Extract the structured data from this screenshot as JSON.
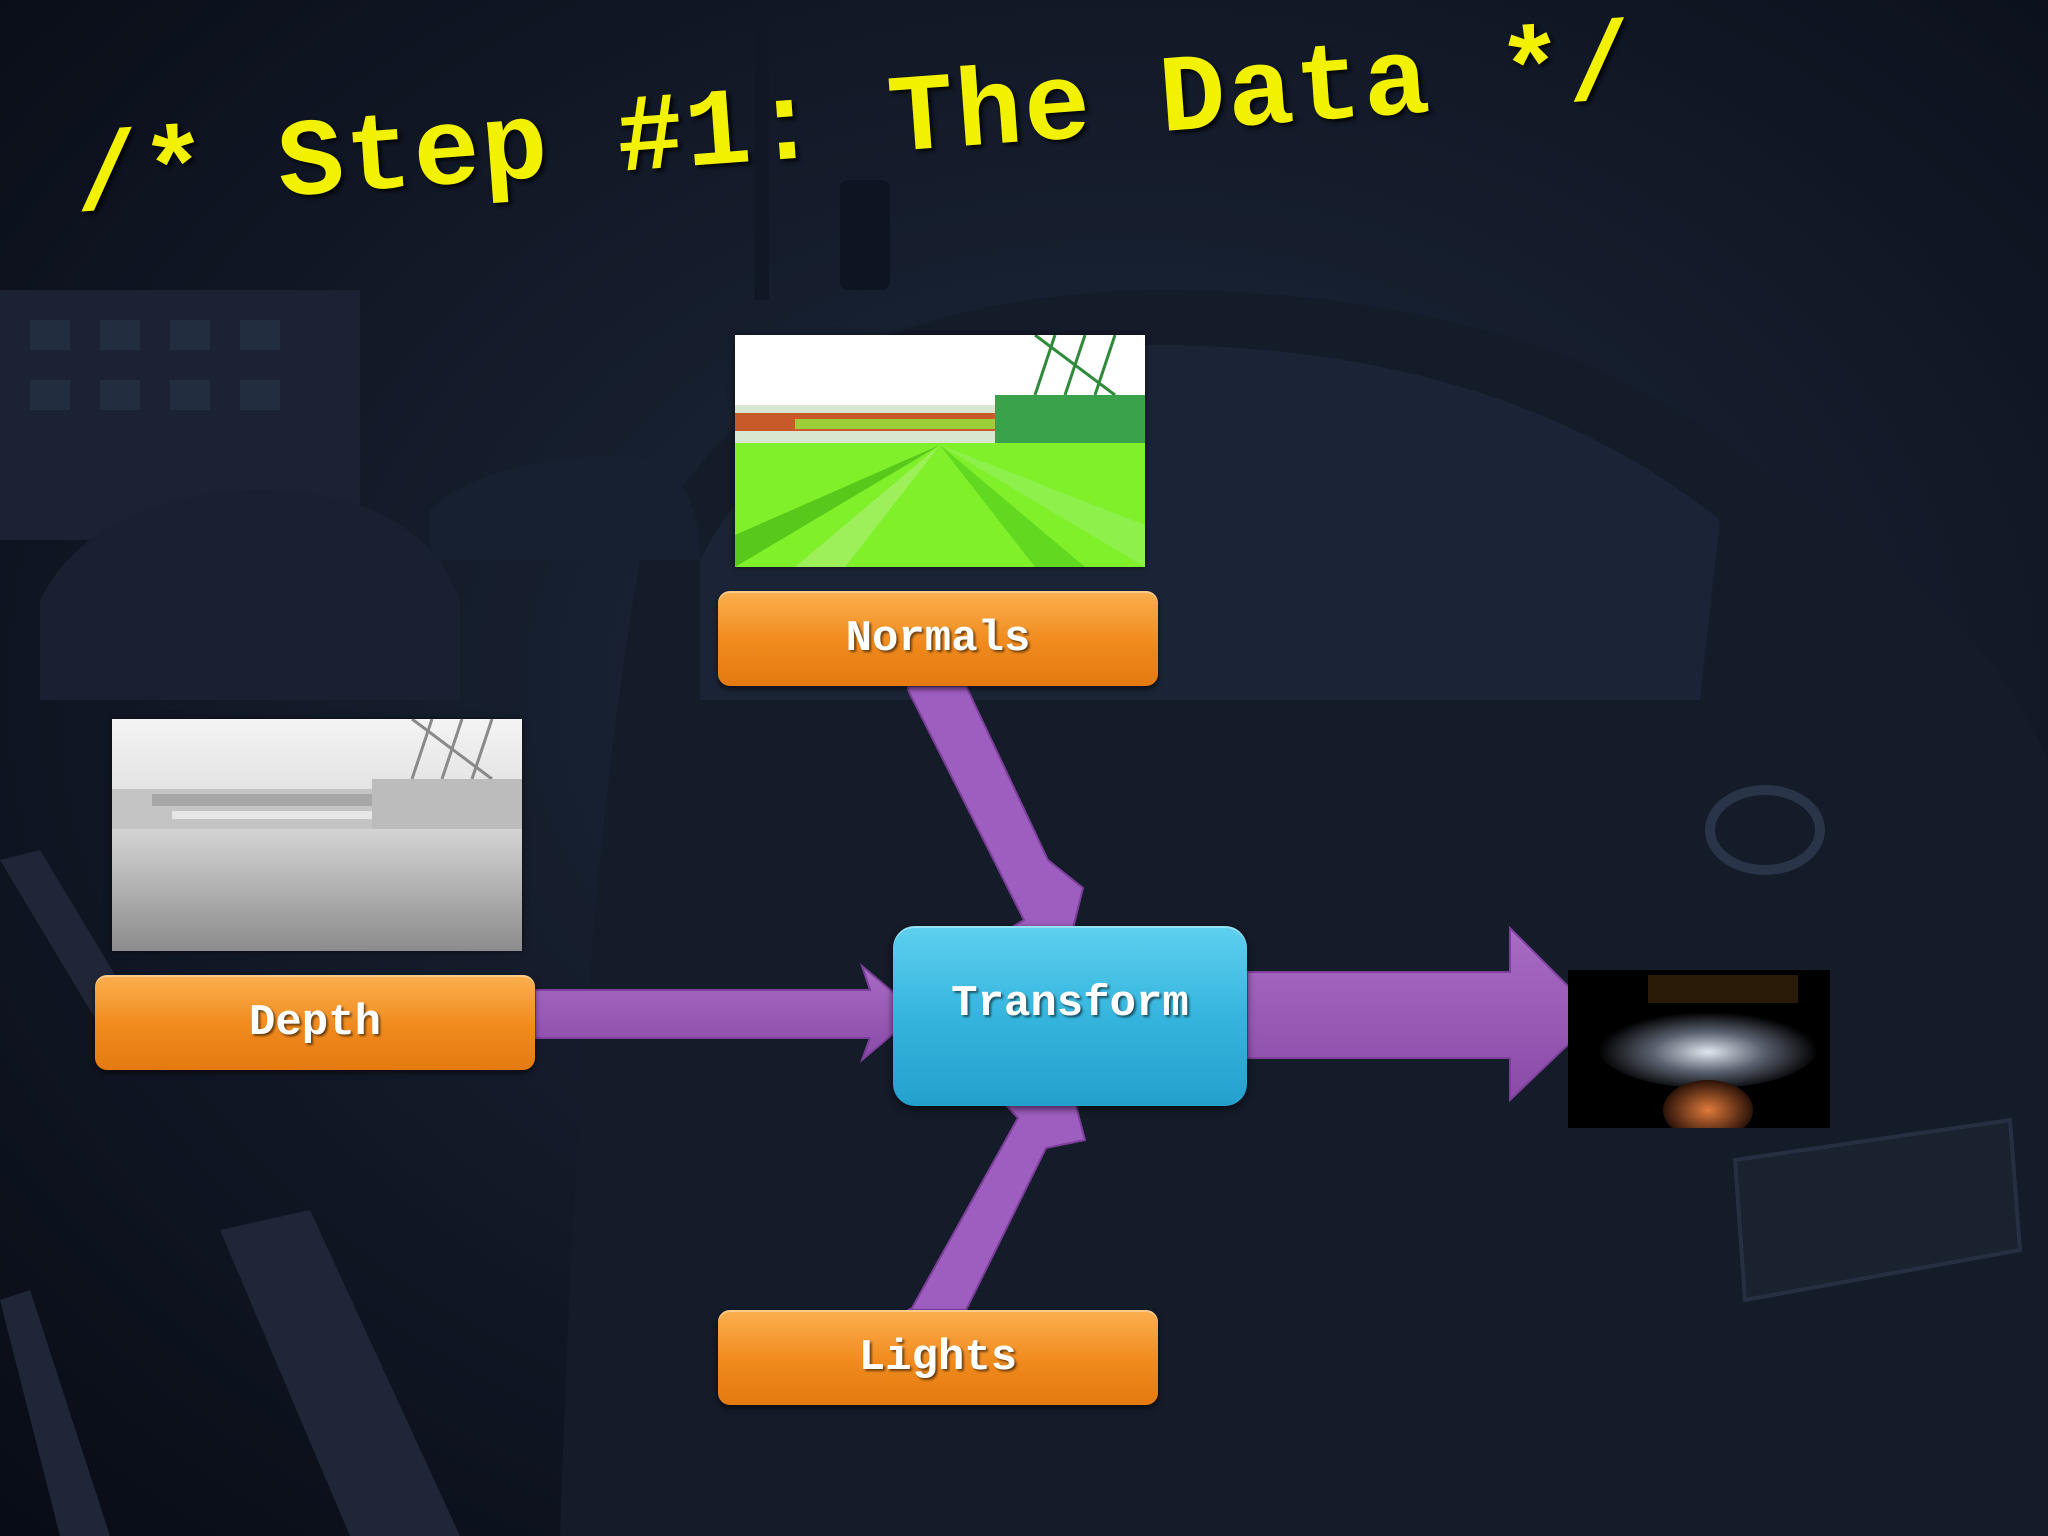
{
  "title": "/* Step #1: The Data */",
  "colors": {
    "title": "#f2f200",
    "box_orange": "#f08a1d",
    "box_blue": "#35b5de",
    "arrow_purple": "#9b59b6"
  },
  "nodes": {
    "normals": {
      "label": "Normals"
    },
    "depth": {
      "label": "Depth"
    },
    "lights": {
      "label": "Lights"
    },
    "transform": {
      "label": "Transform"
    }
  },
  "edges": [
    {
      "from": "Normals",
      "to": "Transform"
    },
    {
      "from": "Depth",
      "to": "Transform"
    },
    {
      "from": "Lights",
      "to": "Transform"
    },
    {
      "from": "Transform",
      "to": "rendered result"
    }
  ],
  "images": {
    "normals": "normal-map render of fairground scene",
    "depth": "grayscale depth map of fairground scene",
    "result": "dark lit render output"
  }
}
